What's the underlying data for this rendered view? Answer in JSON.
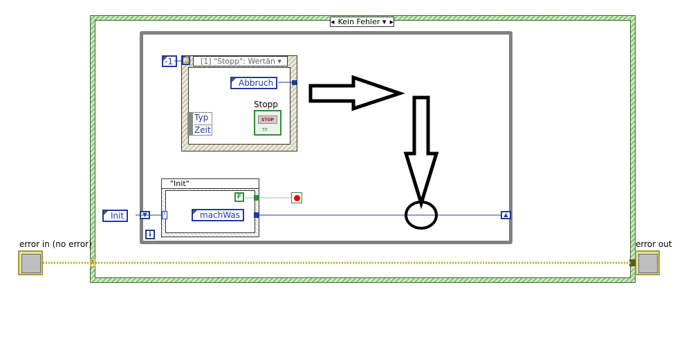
{
  "case_structure": {
    "selector": "Kein Fehler"
  },
  "event_structure": {
    "selector": "[1] \"Stopp\": Wertän",
    "timeout_constant": "-1",
    "enum_value": "Abbruch",
    "data_nodes": [
      "Typ",
      "Zeit"
    ],
    "stop_label": "Stopp",
    "stop_button_text": "STOP",
    "stop_terminal_type": "TF"
  },
  "inner_case": {
    "selector": "\"Init\"",
    "enum_value": "machWas",
    "bool_constant": "F",
    "selector_terminal": "?"
  },
  "init_enum": "Init",
  "loop_iteration": "i",
  "error_in": {
    "label": "error in (no error)"
  },
  "error_out": {
    "label": "error out"
  },
  "error_tunnel": "?",
  "colors": {
    "wire_enum": "#1f3a9c",
    "wire_error": "#b8b020",
    "case_border": "#8cc07a",
    "loop_border": "#808080"
  }
}
